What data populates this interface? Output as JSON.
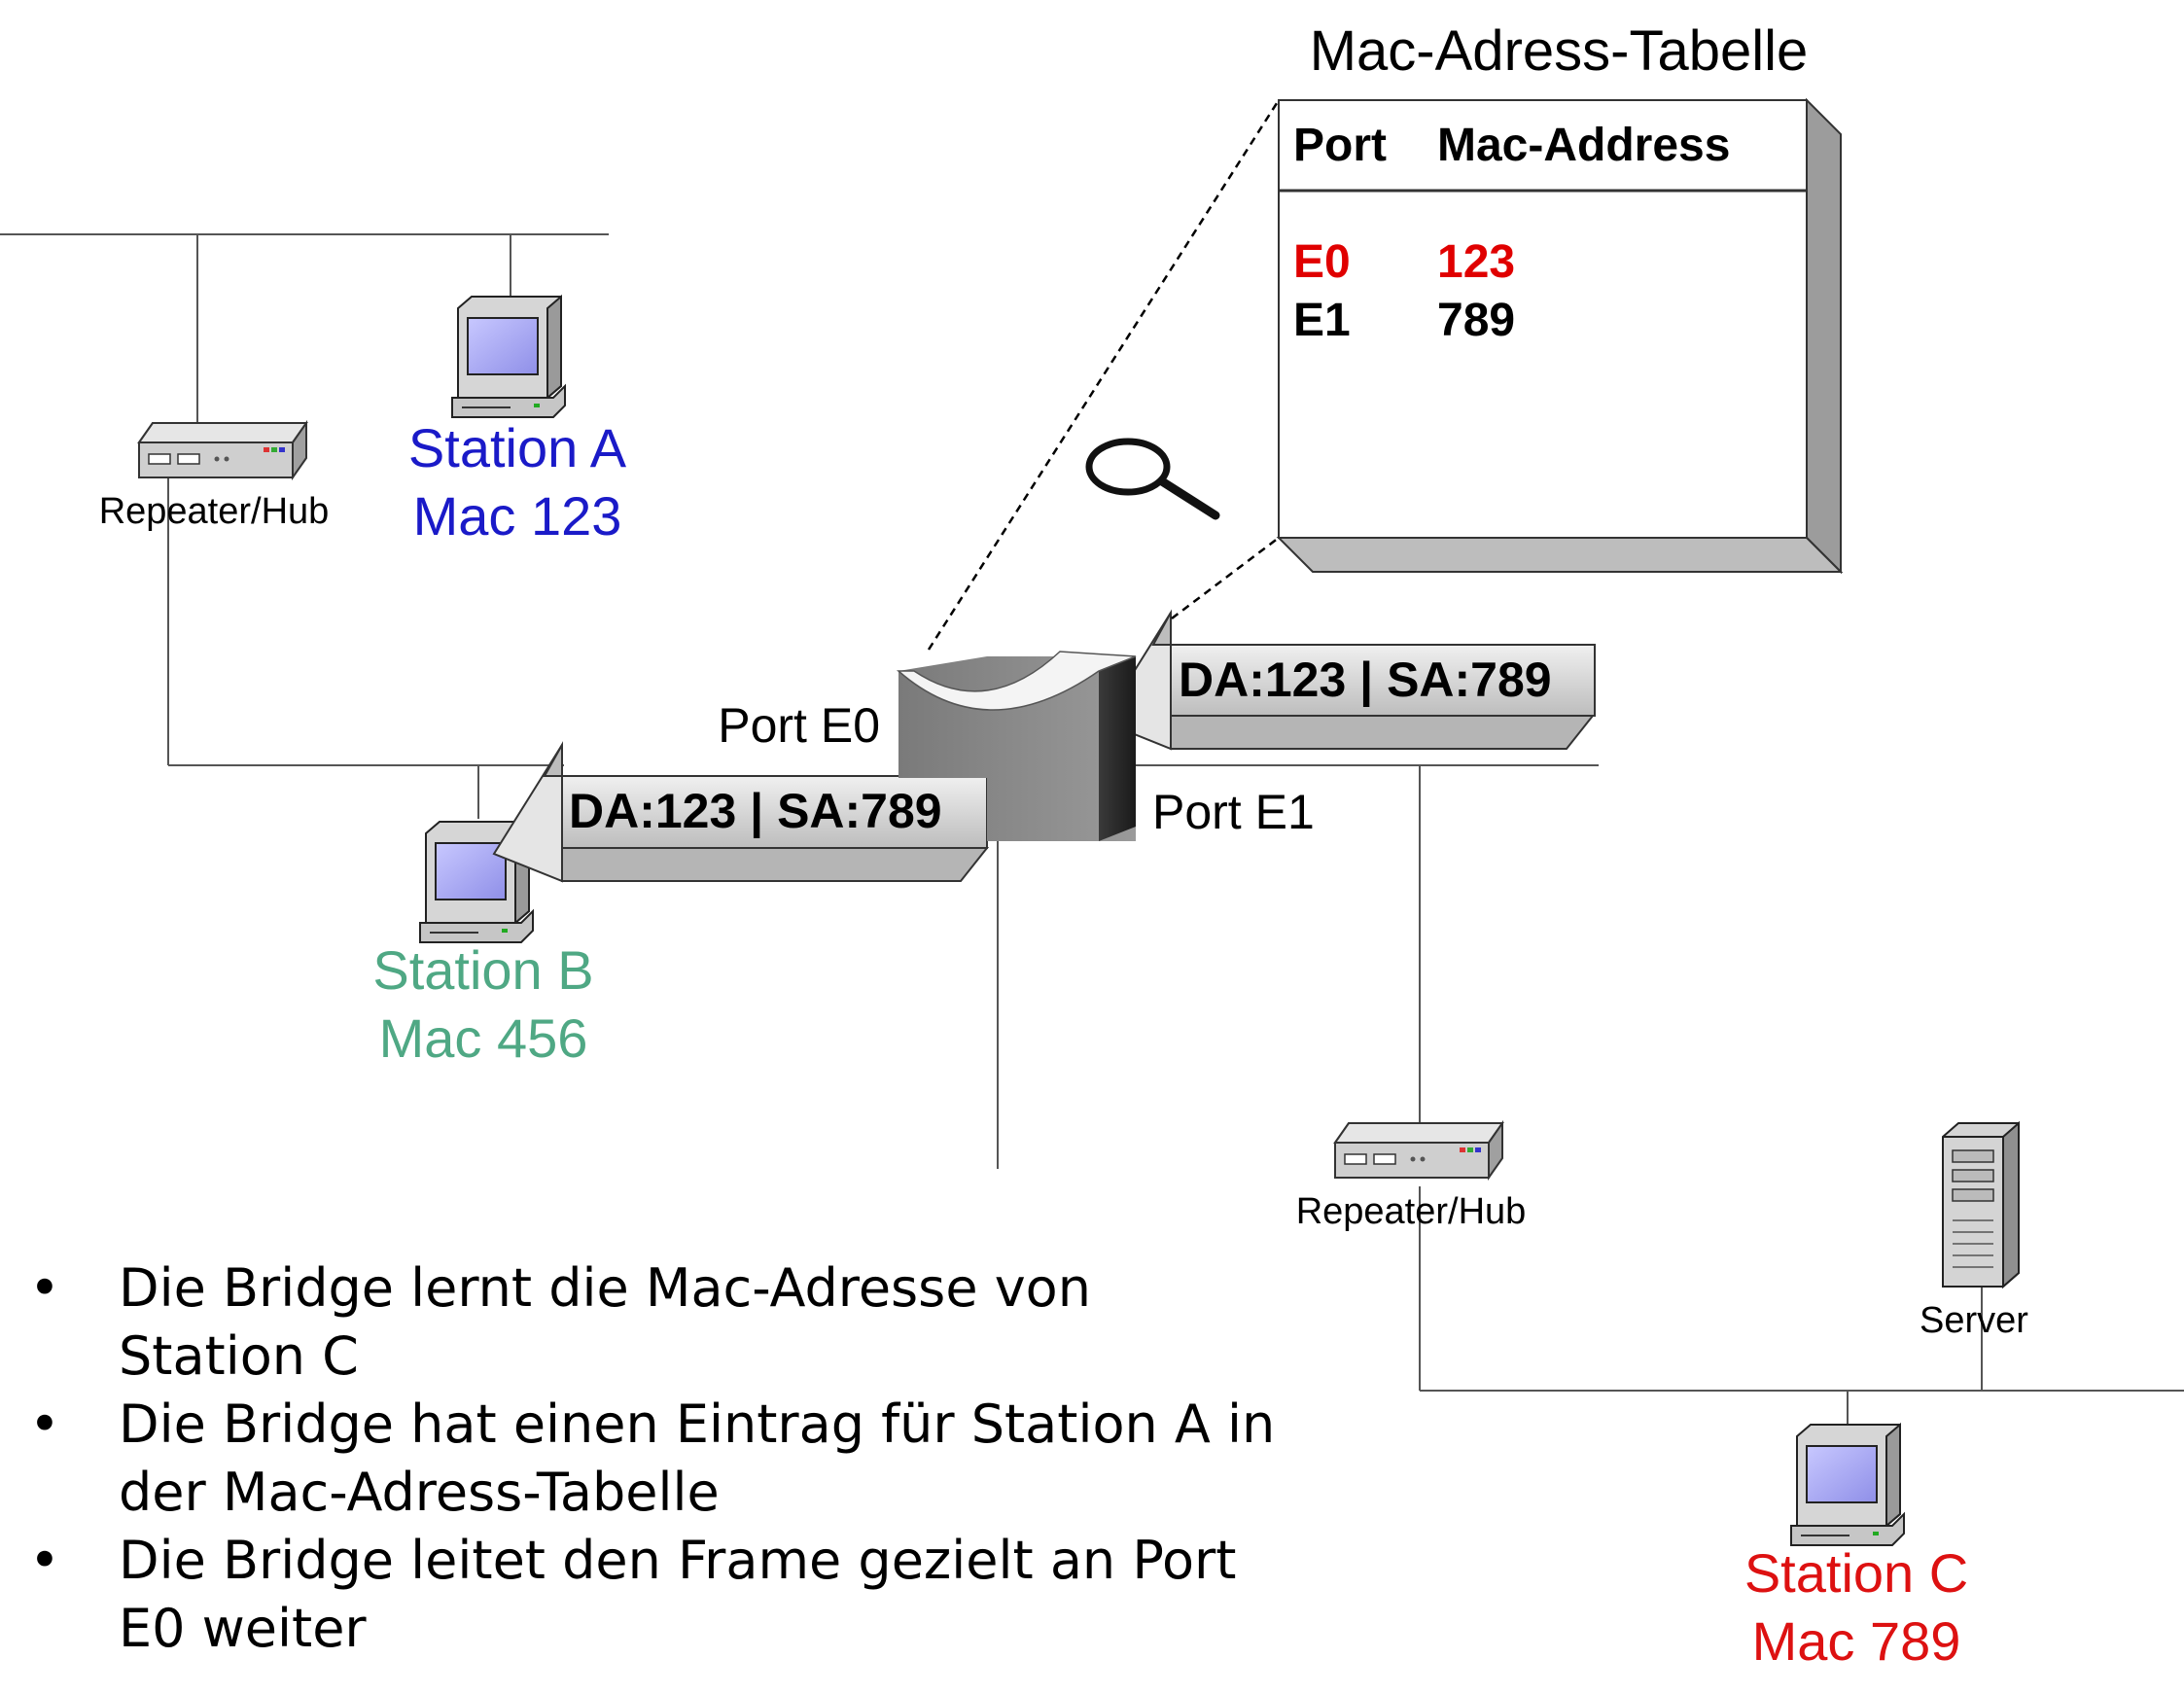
{
  "table": {
    "title": "Mac-Adress-Tabelle",
    "col_port": "Port",
    "col_mac": "Mac-Address",
    "rows": [
      {
        "port": "E0",
        "mac": "123",
        "color": "#e00000"
      },
      {
        "port": "E1",
        "mac": "789",
        "color": "#000000"
      }
    ]
  },
  "stations": {
    "a": {
      "name": "Station A",
      "mac": "Mac 123",
      "color": "#1a1ac8"
    },
    "b": {
      "name": "Station B",
      "mac": "Mac 456",
      "color": "#4fa884"
    },
    "c": {
      "name": "Station C",
      "mac": "Mac 789",
      "color": "#dd1111"
    }
  },
  "devices": {
    "hub_top": "Repeater/Hub",
    "hub_bottom": "Repeater/Hub",
    "server": "Server"
  },
  "bridge": {
    "port_e0": "Port E0",
    "port_e1": "Port E1"
  },
  "frames": {
    "left": "DA:123 | SA:789",
    "right": "DA:123 | SA:789"
  },
  "bullets": [
    "Die Bridge lernt die Mac-Adresse von Station C",
    "Die Bridge hat einen Eintrag für Station A in der Mac-Adress-Tabelle",
    "Die Bridge leitet den Frame gezielt an Port E0 weiter"
  ],
  "bullet_symbol": "•"
}
